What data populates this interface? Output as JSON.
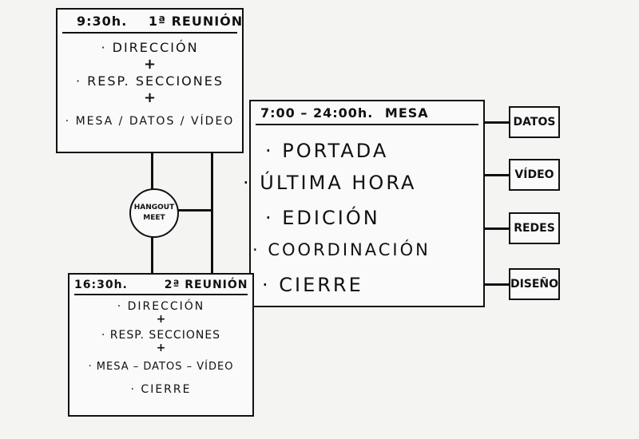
{
  "meeting1": {
    "time": "9:30h.",
    "title": "1ª REUNIÓN",
    "items": [
      "· DIRECCIÓN",
      "· RESP. SECCIONES",
      "· MESA / DATOS / VÍDEO"
    ],
    "plus": "+"
  },
  "mesa": {
    "time": "7:00 – 24:00h.",
    "title": "MESA",
    "items": [
      "· PORTADA",
      "· ÚLTIMA HORA",
      "· EDICIÓN",
      "· COORDINACIÓN",
      "· CIERRE"
    ]
  },
  "meeting2": {
    "time": "16:30h.",
    "title": "2ª REUNIÓN",
    "items": [
      "· DIRECCIÓN",
      "· RESP. SECCIONES",
      "· MESA – DATOS – VÍDEO",
      "· CIERRE"
    ],
    "plus": "+"
  },
  "connector": {
    "line1": "HANGOUT",
    "line2": "MEET"
  },
  "side_boxes": [
    "DATOS",
    "VÍDEO",
    "REDES",
    "DISEÑO"
  ]
}
